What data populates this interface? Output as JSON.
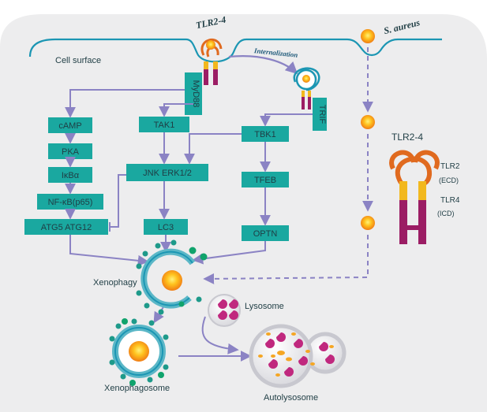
{
  "labels": {
    "tlr_top": "TLR2-4",
    "s_aureus": "S. aureus",
    "cell_surface": "Cell surface",
    "internalization": "Internalization",
    "myd88": "MyD88",
    "trif": "TRIF",
    "camp": "cAMP",
    "pka": "PKA",
    "ikba": "IκBα",
    "nfkb": "NF-κB(p65)",
    "atg": "ATG5  ATG12",
    "tak1": "TAK1",
    "jnk_erk": "JNK   ERK1/2",
    "lc3": "LC3",
    "tbk1": "TBK1",
    "tfeb": "TFEB",
    "optn": "OPTN",
    "xenophagy": "Xenophagy",
    "xenophagosome": "Xenophagosome",
    "lysosome": "Lysosome",
    "autolysosome": "Autolysosome",
    "legend_title": "TLR2-4",
    "legend_tlr2": "TLR2",
    "legend_ecd": "(ECD)",
    "legend_tlr4": "TLR4",
    "legend_icd": "(ICD)"
  },
  "colors": {
    "box": "#1aa8a0",
    "arrow": "#8b83c4",
    "membrane": "#1b96b3",
    "tlr2": "#e06a1f",
    "tlr4": "#9b1d64",
    "tlr_mid": "#f2b81e",
    "bacteria": "#f5a623",
    "lysosome": "#c0287e",
    "background": "#eceded"
  }
}
